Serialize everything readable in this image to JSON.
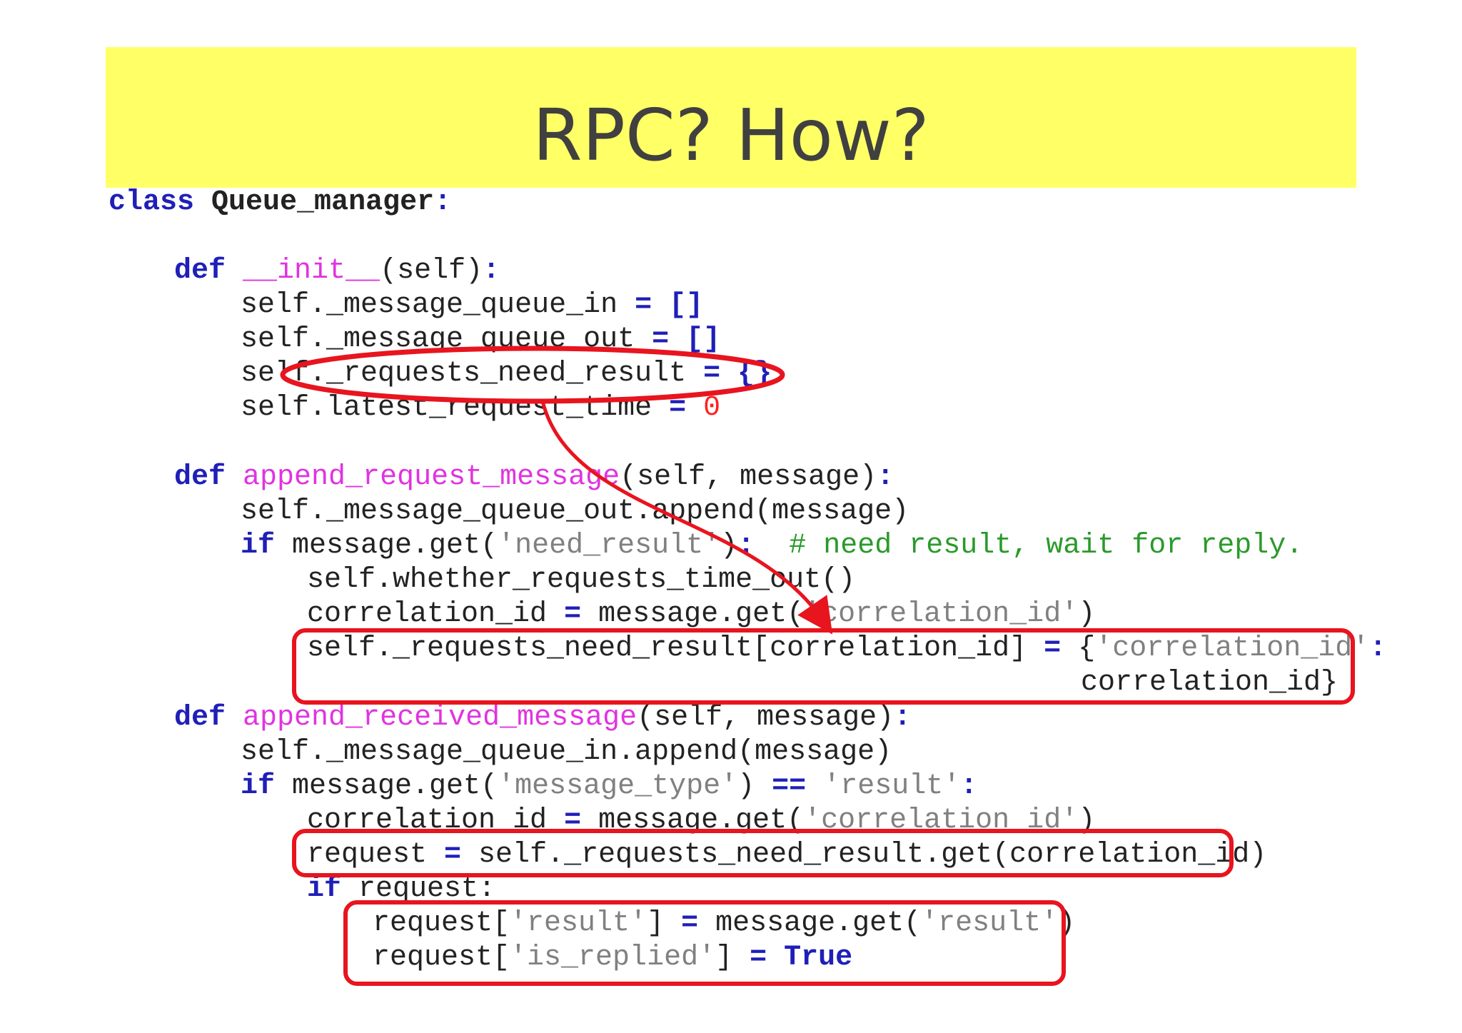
{
  "slide": {
    "title": "RPC? How?",
    "colors": {
      "title_band": "#ffff66",
      "keyword": "#1f1fb8",
      "function_name": "#e033e0",
      "string": "#808080",
      "number": "#ff2020",
      "comment": "#2a9a2a",
      "highlight": "#e8141e"
    }
  },
  "code": {
    "lines": [
      {
        "tokens": [
          {
            "t": "class",
            "c": "kw"
          },
          {
            "t": " Queue_manager",
            "c": "bold"
          },
          {
            "t": ":",
            "c": "op"
          }
        ]
      },
      {
        "tokens": [
          {
            "t": "def",
            "c": "kw"
          },
          {
            "t": " "
          },
          {
            "t": "__init__",
            "c": "fn"
          },
          {
            "t": "(self)"
          },
          {
            "t": ":",
            "c": "op"
          }
        ]
      },
      {
        "tokens": [
          {
            "t": "self._message_queue_in "
          },
          {
            "t": "=",
            "c": "op"
          },
          {
            "t": " "
          },
          {
            "t": "[]",
            "c": "op"
          }
        ]
      },
      {
        "tokens": [
          {
            "t": "self._message_queue_out "
          },
          {
            "t": "=",
            "c": "op"
          },
          {
            "t": " "
          },
          {
            "t": "[]",
            "c": "op"
          }
        ]
      },
      {
        "tokens": [
          {
            "t": "self._requests_need_result "
          },
          {
            "t": "=",
            "c": "op"
          },
          {
            "t": " "
          },
          {
            "t": "{}",
            "c": "op"
          }
        ]
      },
      {
        "tokens": [
          {
            "t": "self.latest_request_time "
          },
          {
            "t": "=",
            "c": "op"
          },
          {
            "t": " "
          },
          {
            "t": "0",
            "c": "num"
          }
        ]
      },
      {
        "tokens": [
          {
            "t": "def",
            "c": "kw"
          },
          {
            "t": " "
          },
          {
            "t": "append_request_message",
            "c": "fn"
          },
          {
            "t": "(self, message)"
          },
          {
            "t": ":",
            "c": "op"
          }
        ]
      },
      {
        "tokens": [
          {
            "t": "self._message_queue_out.append(message)"
          }
        ]
      },
      {
        "tokens": [
          {
            "t": "if",
            "c": "kw"
          },
          {
            "t": " message.get("
          },
          {
            "t": "'need_result'",
            "c": "str"
          },
          {
            "t": ")"
          },
          {
            "t": ":",
            "c": "op"
          },
          {
            "t": "  "
          },
          {
            "t": "# need result, wait for reply.",
            "c": "cm"
          }
        ]
      },
      {
        "tokens": [
          {
            "t": "self.whether_requests_time_out()"
          }
        ]
      },
      {
        "tokens": [
          {
            "t": "correlation_id "
          },
          {
            "t": "=",
            "c": "op"
          },
          {
            "t": " message.get("
          },
          {
            "t": "'correlation_id'",
            "c": "str"
          },
          {
            "t": ")"
          }
        ]
      },
      {
        "tokens": [
          {
            "t": "self._requests_need_result[correlation_id] "
          },
          {
            "t": "=",
            "c": "op"
          },
          {
            "t": " {"
          },
          {
            "t": "'correlation_id'",
            "c": "str"
          },
          {
            "t": ":",
            "c": "op"
          }
        ]
      },
      {
        "tokens": [
          {
            "t": "correlation_id}"
          }
        ]
      },
      {
        "tokens": [
          {
            "t": "def",
            "c": "kw"
          },
          {
            "t": " "
          },
          {
            "t": "append_received_message",
            "c": "fn"
          },
          {
            "t": "(self, message)"
          },
          {
            "t": ":",
            "c": "op"
          }
        ]
      },
      {
        "tokens": [
          {
            "t": "self._message_queue_in.append(message)"
          }
        ]
      },
      {
        "tokens": [
          {
            "t": "if",
            "c": "kw"
          },
          {
            "t": " message.get("
          },
          {
            "t": "'message_type'",
            "c": "str"
          },
          {
            "t": ") "
          },
          {
            "t": "==",
            "c": "op"
          },
          {
            "t": " "
          },
          {
            "t": "'result'",
            "c": "str"
          },
          {
            "t": ":",
            "c": "op"
          }
        ]
      },
      {
        "tokens": [
          {
            "t": "correlation_id "
          },
          {
            "t": "=",
            "c": "op"
          },
          {
            "t": " message.get("
          },
          {
            "t": "'correlation_id'",
            "c": "str"
          },
          {
            "t": ")"
          }
        ]
      },
      {
        "tokens": [
          {
            "t": "request "
          },
          {
            "t": "=",
            "c": "op"
          },
          {
            "t": " self._requests_need_result.get(correlation_id)"
          }
        ]
      },
      {
        "tokens": [
          {
            "t": "if",
            "c": "kw"
          },
          {
            "t": " request:"
          }
        ]
      },
      {
        "tokens": [
          {
            "t": "request["
          },
          {
            "t": "'result'",
            "c": "str"
          },
          {
            "t": "] "
          },
          {
            "t": "=",
            "c": "op"
          },
          {
            "t": " message.get("
          },
          {
            "t": "'result'",
            "c": "str"
          },
          {
            "t": ")"
          }
        ]
      },
      {
        "tokens": [
          {
            "t": "request["
          },
          {
            "t": "'is_replied'",
            "c": "str"
          },
          {
            "t": "] "
          },
          {
            "t": "=",
            "c": "op"
          },
          {
            "t": " "
          },
          {
            "t": "True",
            "c": "kw"
          }
        ]
      }
    ]
  }
}
